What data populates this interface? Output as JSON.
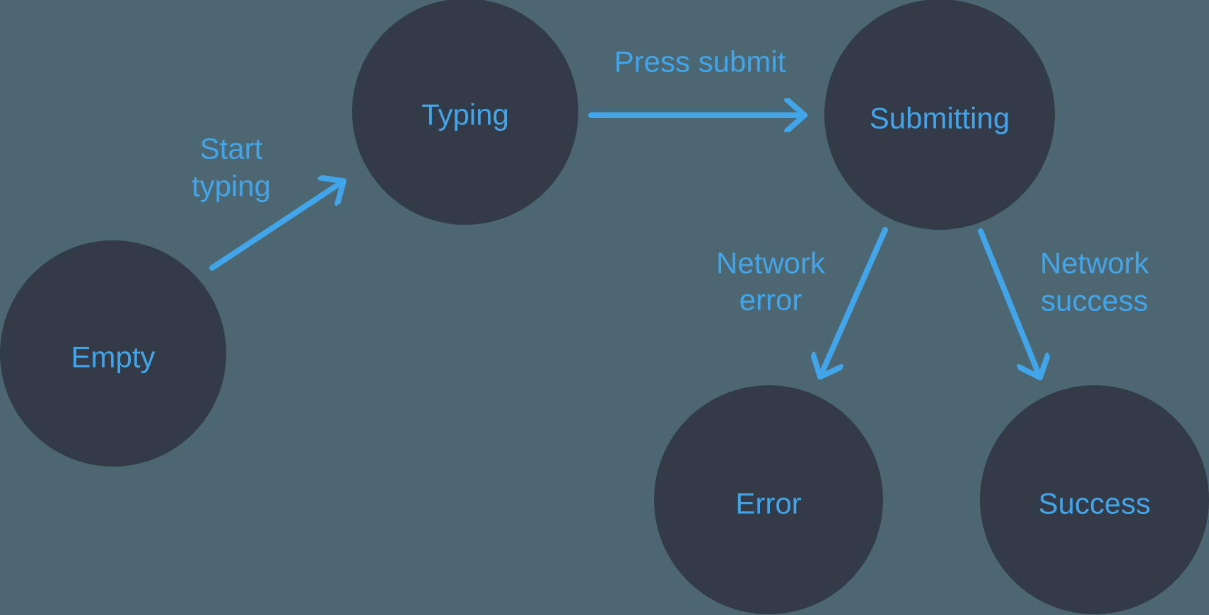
{
  "colors": {
    "background": "#4C6771",
    "node_fill": "#333B49",
    "accent": "#42A5E9"
  },
  "diagram": {
    "type": "state-machine",
    "nodes": [
      {
        "id": "empty",
        "label": "Empty"
      },
      {
        "id": "typing",
        "label": "Typing"
      },
      {
        "id": "submitting",
        "label": "Submitting"
      },
      {
        "id": "error",
        "label": "Error"
      },
      {
        "id": "success",
        "label": "Success"
      }
    ],
    "edges": [
      {
        "from": "Empty",
        "to": "Typing",
        "label": "Start typing",
        "label_lines": [
          "Start",
          "typing"
        ]
      },
      {
        "from": "Typing",
        "to": "Submitting",
        "label": "Press submit",
        "label_lines": [
          "Press submit"
        ]
      },
      {
        "from": "Submitting",
        "to": "Error",
        "label": "Network error",
        "label_lines": [
          "Network",
          "error"
        ]
      },
      {
        "from": "Submitting",
        "to": "Success",
        "label": "Network success",
        "label_lines": [
          "Network",
          "success"
        ]
      }
    ]
  }
}
